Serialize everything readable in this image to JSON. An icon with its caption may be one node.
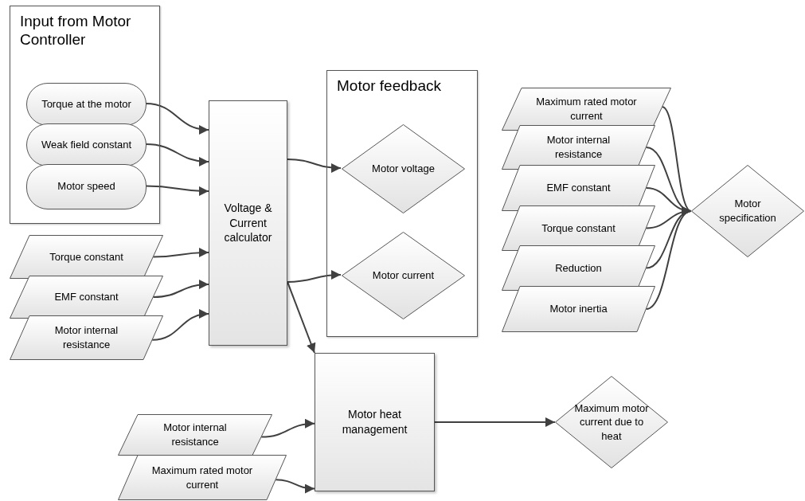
{
  "diagram": {
    "nodes": [
      {
        "text": [
          "Input from Motor Controller"
        ]
      },
      {
        "text": [
          "Torque at the motor"
        ],
        "in": 0
      },
      {
        "text": [
          "Weak field constant"
        ],
        "in": 0
      },
      {
        "text": [
          "Motor speed"
        ],
        "in": 0
      },
      {
        "text": [
          "Torque constant"
        ]
      },
      {
        "text": [
          "EMF constant"
        ]
      },
      {
        "text": [
          "Motor internal resistance"
        ]
      },
      {
        "text": [
          "Voltage & Current calculator"
        ]
      },
      {
        "text": [
          "Motor feedback"
        ]
      },
      {
        "text": [
          "Motor voltage"
        ],
        "in": 8
      },
      {
        "text": [
          "Motor current"
        ],
        "in": 8
      },
      {
        "text": [
          "Maximum rated motor current"
        ]
      },
      {
        "text": [
          "Motor internal resistance"
        ]
      },
      {
        "text": [
          "EMF constant"
        ]
      },
      {
        "text": [
          "Torque constant"
        ]
      },
      {
        "text": [
          "Reduction"
        ]
      },
      {
        "text": [
          "Motor inertia"
        ]
      },
      {
        "text": [
          "Motor specification"
        ]
      },
      {
        "text": [
          "Motor heat management"
        ]
      },
      {
        "text": [
          "Motor internal resistance"
        ]
      },
      {
        "text": [
          "Maximum rated motor current"
        ]
      },
      {
        "text": [
          "Maximum motor current due to heat"
        ]
      }
    ],
    "edges": [
      {
        "from": 1,
        "to": 7,
        "arrow": "to"
      },
      {
        "from": 2,
        "to": 7,
        "arrow": "to"
      },
      {
        "from": 3,
        "to": 7,
        "arrow": "to"
      },
      {
        "from": 4,
        "to": 7,
        "arrow": "to"
      },
      {
        "from": 5,
        "to": 7,
        "arrow": "to"
      },
      {
        "from": 6,
        "to": 7,
        "arrow": "to"
      },
      {
        "from": 7,
        "to": 9,
        "arrow": "to"
      },
      {
        "from": 7,
        "to": 10,
        "arrow": "to"
      },
      {
        "from": 7,
        "to": 18,
        "arrow": "to"
      },
      {
        "from": 11,
        "to": 17,
        "arrow": "to"
      },
      {
        "from": 12,
        "to": 17,
        "arrow": "to"
      },
      {
        "from": 13,
        "to": 17,
        "arrow": "to"
      },
      {
        "from": 14,
        "to": 17,
        "arrow": "to"
      },
      {
        "from": 15,
        "to": 17,
        "arrow": "to"
      },
      {
        "from": 16,
        "to": 17,
        "arrow": "to"
      },
      {
        "from": 19,
        "to": 18,
        "arrow": "to"
      },
      {
        "from": 20,
        "to": 18,
        "arrow": "to"
      },
      {
        "from": 18,
        "to": 21,
        "arrow": "to"
      }
    ]
  }
}
